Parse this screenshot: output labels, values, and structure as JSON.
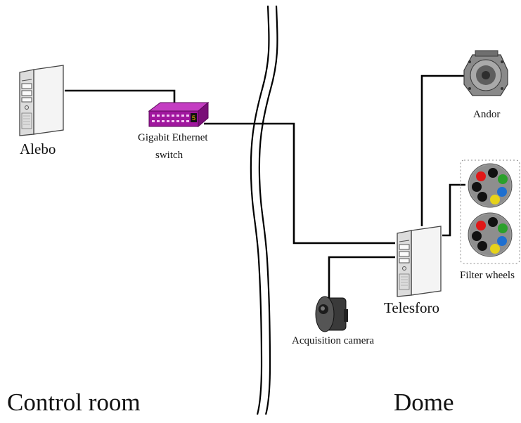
{
  "diagram": {
    "regions": {
      "left": "Control room",
      "right": "Dome"
    },
    "nodes": {
      "alebo": "Alebo",
      "switch_line1": "Gigabit Ethernet",
      "switch_line2": "switch",
      "telesforo": "Telesforo",
      "andor": "Andor",
      "filter_wheels": "Filter wheels",
      "acq_camera": "Acquisition camera"
    },
    "switch_badge": "5",
    "connections": [
      [
        "Alebo",
        "Gigabit Ethernet switch"
      ],
      [
        "Gigabit Ethernet switch",
        "Telesforo"
      ],
      [
        "Telesforo",
        "Andor"
      ],
      [
        "Telesforo",
        "Filter wheels"
      ],
      [
        "Telesforo",
        "Acquisition camera"
      ]
    ],
    "colors": {
      "switch": "#a0169e",
      "line": "#000000",
      "filter_red": "#e01818",
      "filter_green": "#2aa02a",
      "filter_blue": "#1e6fd0",
      "filter_yellow": "#e6d21a"
    }
  }
}
